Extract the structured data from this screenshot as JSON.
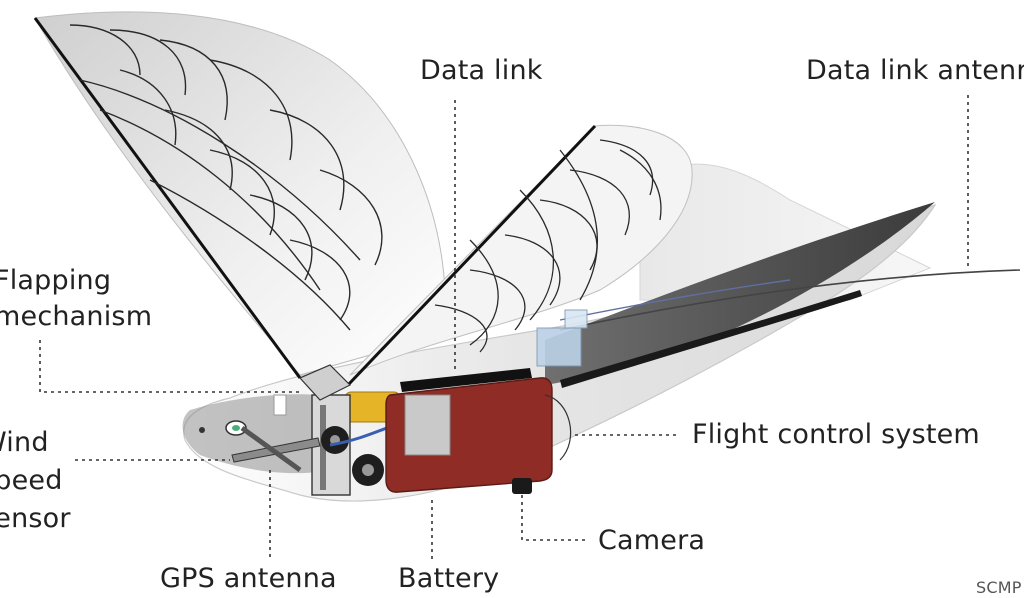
{
  "labels": {
    "data_link": "Data link",
    "data_link_antenna": "Data link antenna",
    "flapping_line1": "Flapping",
    "flapping_line2": "mechanism",
    "wind_line1": "Wind",
    "wind_line2": "speed",
    "wind_line3": "sensor",
    "flight_control": "Flight control system",
    "camera": "Camera",
    "gps_antenna": "GPS antenna",
    "battery": "Battery",
    "credit": "SCMP"
  },
  "colors": {
    "control_box": "#8e2c25",
    "battery": "#e5b427",
    "cable": "#3a5fb0",
    "body_dark": "#4a4a4a",
    "leader_line": "#333333"
  }
}
